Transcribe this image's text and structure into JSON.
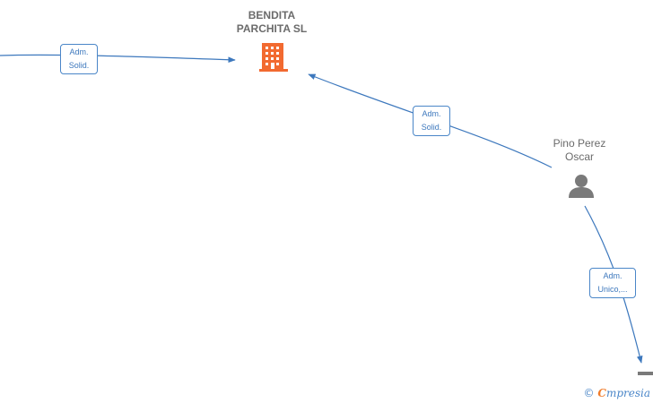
{
  "nodes": {
    "company": {
      "name_line1": "BENDITA",
      "name_line2": "PARCHITA  SL",
      "icon": "building-icon",
      "color": "#f26a30"
    },
    "person": {
      "name_line1": "Pino Perez",
      "name_line2": "Oscar",
      "icon": "person-icon",
      "color": "#7a7a7a"
    }
  },
  "edges": [
    {
      "label_line1": "Adm.",
      "label_line2": "Solid."
    },
    {
      "label_line1": "Adm.",
      "label_line2": "Solid."
    },
    {
      "label_line1": "Adm.",
      "label_line2": "Unico,..."
    }
  ],
  "colors": {
    "edge": "#3d78bd",
    "label_border": "#4a86c8"
  },
  "footer": {
    "copyright_symbol": "©",
    "brand_initial": "C",
    "brand_rest": "mpresia"
  }
}
